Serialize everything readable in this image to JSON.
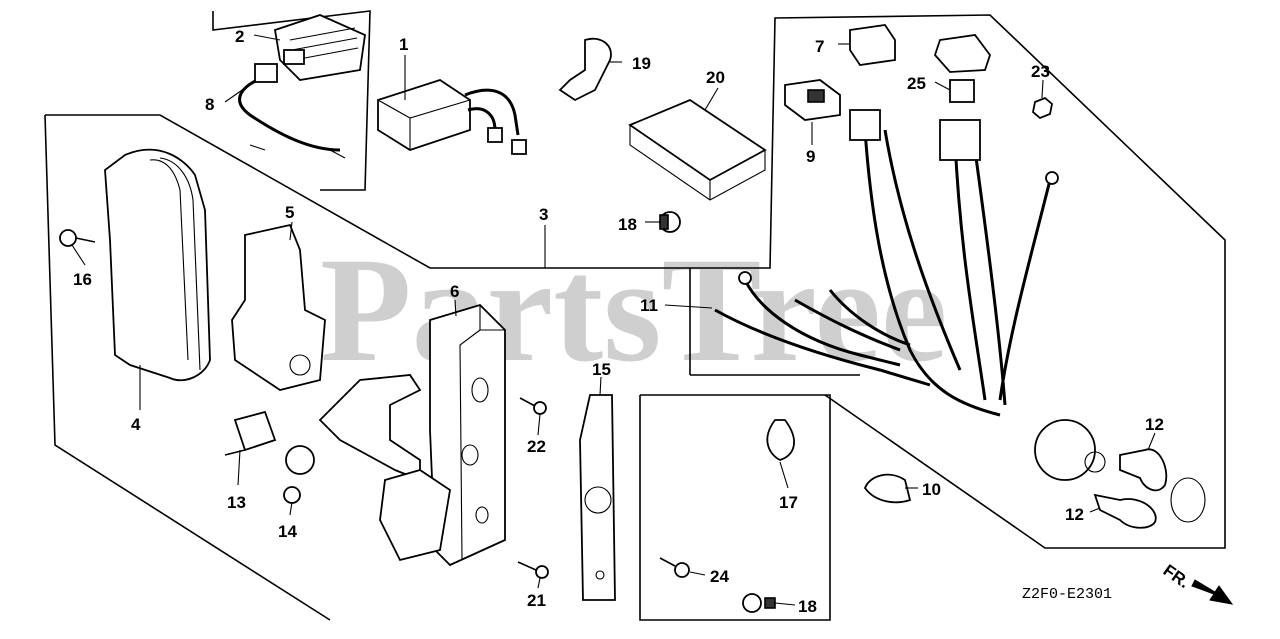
{
  "watermark": "PartsTree",
  "diagram_code": "Z2F0-E2301",
  "direction_label": "FR.",
  "callouts": {
    "c1": "1",
    "c2": "2",
    "c3": "3",
    "c4": "4",
    "c5": "5",
    "c6": "6",
    "c7": "7",
    "c8": "8",
    "c9": "9",
    "c10": "10",
    "c11": "11",
    "c12a": "12",
    "c12b": "12",
    "c13": "13",
    "c14": "14",
    "c15": "15",
    "c16": "16",
    "c17": "17",
    "c18a": "18",
    "c18b": "18",
    "c19": "19",
    "c20": "20",
    "c21": "21",
    "c22": "22",
    "c23": "23",
    "c24": "24",
    "c25": "25"
  }
}
